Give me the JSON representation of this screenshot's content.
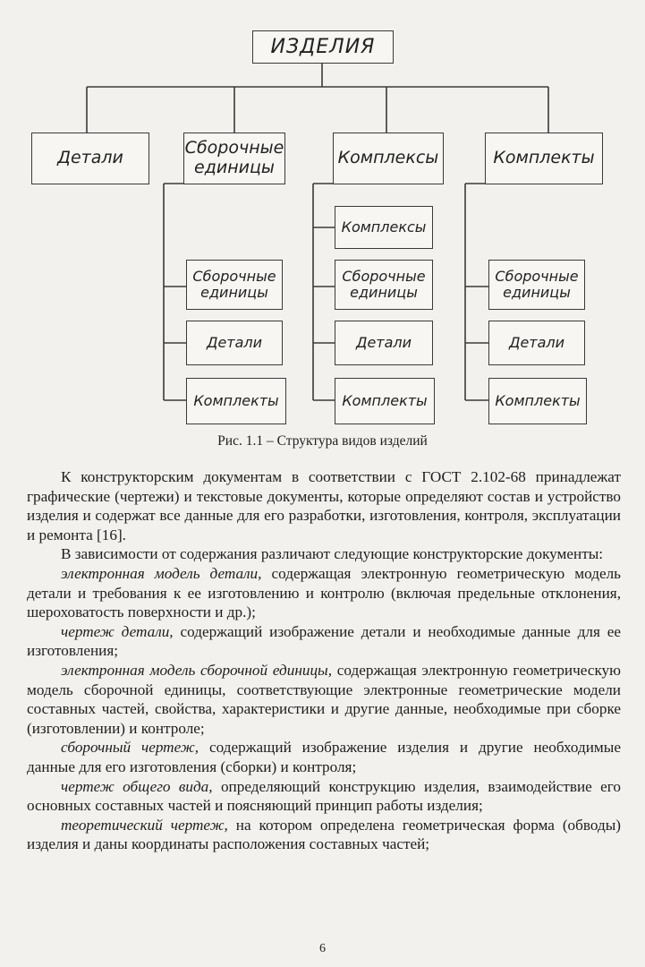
{
  "diagram": {
    "root": "ИЗДЕЛИЯ",
    "top": [
      "Детали",
      "Сборочные\nединицы",
      "Комплексы",
      "Комплекты"
    ],
    "assembly_children": [
      "Сборочные\nединицы",
      "Детали",
      "Комплекты"
    ],
    "complex_children": [
      "Комплексы",
      "Сборочные\nединицы",
      "Детали",
      "Комплекты"
    ],
    "kit_children": [
      "Сборочные\nединицы",
      "Детали",
      "Комплекты"
    ]
  },
  "caption": "Рис. 1.1 – Структура видов изделий",
  "paragraphs": [
    {
      "term": "",
      "text": "К конструкторским документам в соответствии с ГОСТ 2.102-68 принадлежат графические (чертежи) и текстовые документы, которые определяют состав и устройство изделия и содержат все данные для его разработки, изготовления, контроля, эксплуатации и ремонта [16]."
    },
    {
      "term": "",
      "text": "В зависимости от содержания различают следующие конструкторские документы:"
    },
    {
      "term": "электронная модель детали,",
      "text": " содержащая электронную геометрическую модель детали и требования к ее изготовлению и контролю (включая предельные отклонения, шероховатость поверхности и др.);"
    },
    {
      "term": "чертеж детали,",
      "text": " содержащий изображение детали и необходимые данные для ее изготовления;"
    },
    {
      "term": "электронная модель сборочной единицы,",
      "text": " содержащая электронную геометрическую модель сборочной единицы, соответствующие электронные геометрические модели составных частей, свойства, характеристики и другие данные, необходимые при сборке (изготовлении) и контроле;"
    },
    {
      "term": "сборочный чертеж,",
      "text": " содержащий изображение изделия и другие необходимые данные для его изготовления (сборки) и контроля;"
    },
    {
      "term": "чертеж общего вида,",
      "text": " определяющий конструкцию изделия, взаимодействие его основных составных частей и поясняющий принцип работы изделия;"
    },
    {
      "term": "теоретический чертеж,",
      "text": " на котором определена геометрическая форма (обводы) изделия и даны координаты расположения составных частей;"
    }
  ],
  "page_number": "6"
}
